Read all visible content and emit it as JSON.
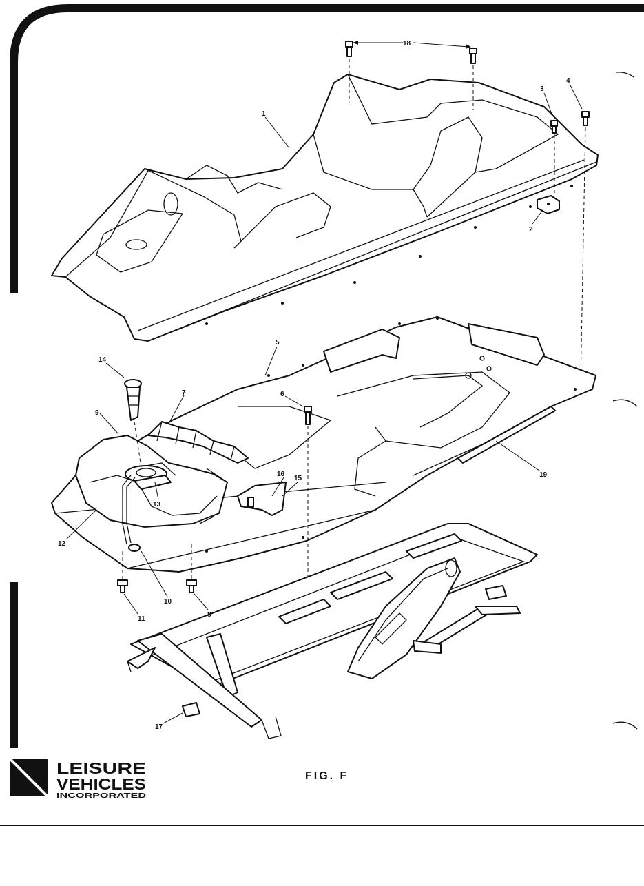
{
  "figure": {
    "label": "FIG. F"
  },
  "brand": {
    "line1": "LEISURE",
    "line2": "VEHICLES",
    "line3": "INCORPORATED"
  },
  "callouts": {
    "c1": "1",
    "c2": "2",
    "c3": "3",
    "c4": "4",
    "c5": "5",
    "c6": "6",
    "c7": "7",
    "c8": "8",
    "c9": "9",
    "c10": "10",
    "c11": "11",
    "c12": "12",
    "c13": "13",
    "c14": "14",
    "c15": "15",
    "c16": "16",
    "c17": "17",
    "c18": "18",
    "c19": "19"
  },
  "colors": {
    "ink": "#111111",
    "paper": "#ffffff"
  }
}
